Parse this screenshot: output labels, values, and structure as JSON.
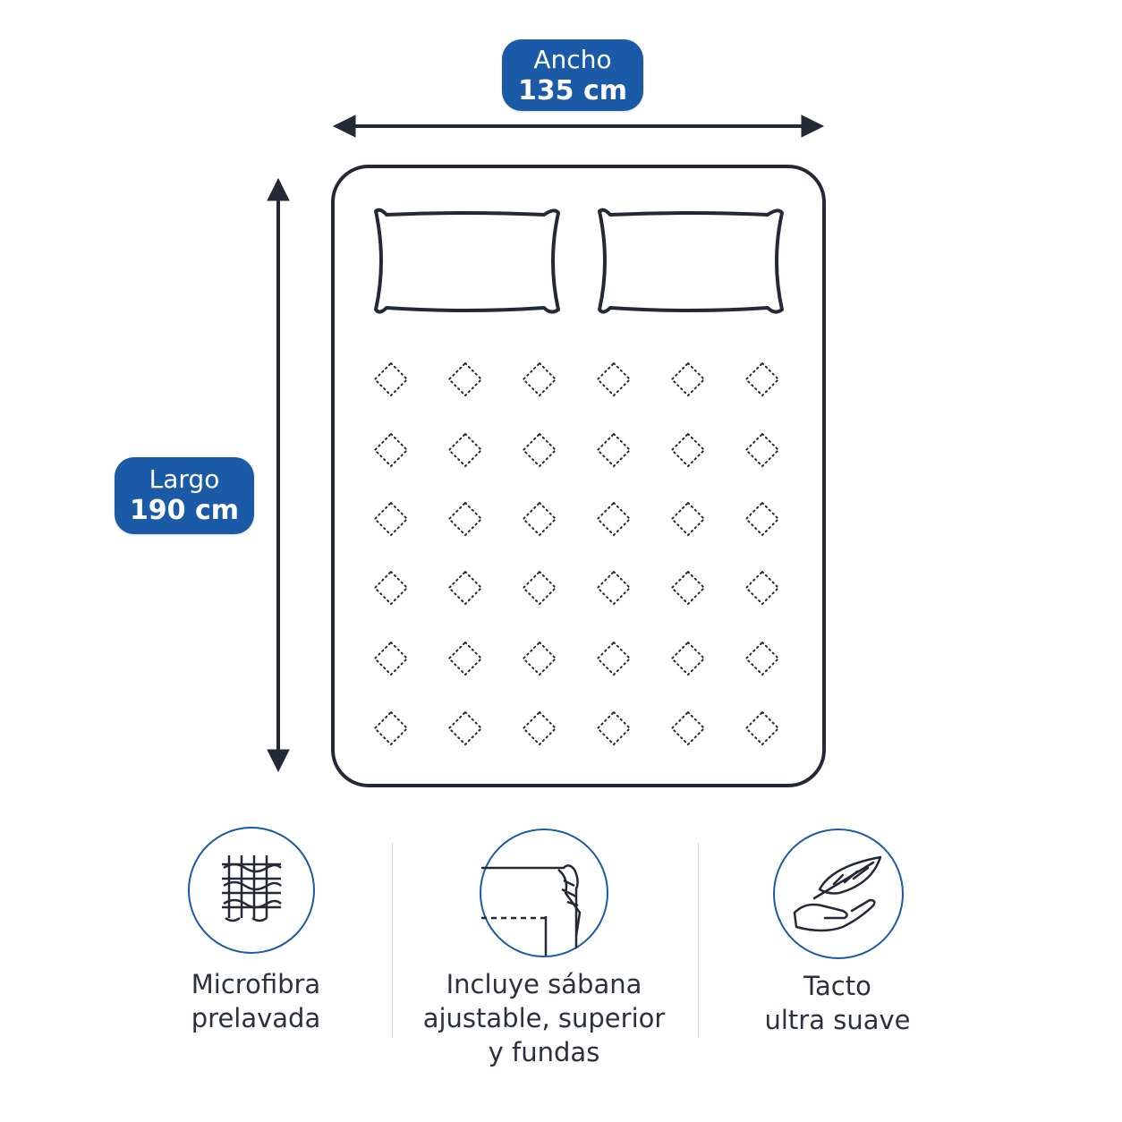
{
  "dimensions": {
    "width": {
      "label": "Ancho",
      "value": "135 cm"
    },
    "length": {
      "label": "Largo",
      "value": "190 cm"
    }
  },
  "colors": {
    "accent": "#1a5aa6",
    "outline": "#232a36",
    "text": "#2a3140"
  },
  "features": [
    {
      "icon": "woven-fabric-icon",
      "lines": [
        "Microfibra",
        "prelavada"
      ]
    },
    {
      "icon": "fitted-sheet-corner-icon",
      "lines": [
        "Incluye sábana",
        "ajustable, superior",
        "y fundas"
      ]
    },
    {
      "icon": "feather-hand-icon",
      "lines": [
        "Tacto",
        "ultra suave"
      ]
    }
  ]
}
